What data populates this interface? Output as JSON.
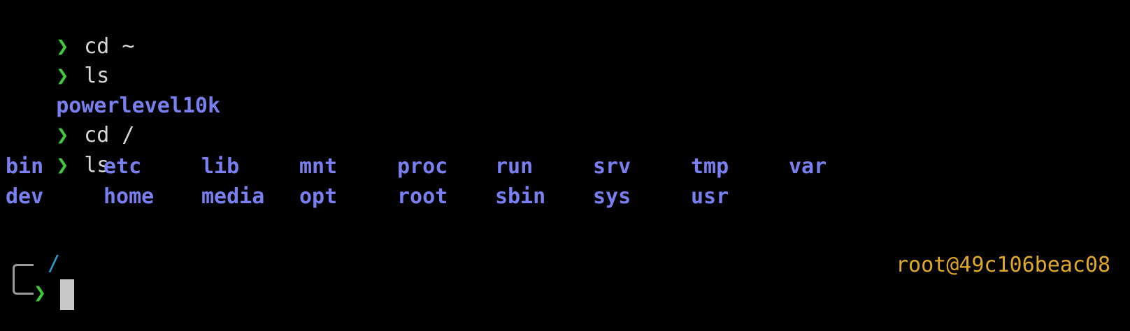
{
  "terminal": {
    "prompt_symbol": "❯",
    "history": [
      {
        "type": "command",
        "text": "cd ~"
      },
      {
        "type": "command",
        "text": "ls"
      },
      {
        "type": "output_dir",
        "text": "powerlevel10k"
      },
      {
        "type": "command",
        "text": "cd /"
      },
      {
        "type": "command",
        "text": "ls"
      }
    ],
    "ls_rows": [
      [
        "bin",
        "etc",
        "lib",
        "mnt",
        "proc",
        "run",
        "srv",
        "tmp",
        "var"
      ],
      [
        "dev",
        "home",
        "media",
        "opt",
        "root",
        "sbin",
        "sys",
        "usr"
      ]
    ],
    "current_dir": "/",
    "host": "root@49c106beac08"
  },
  "colors": {
    "background": "#000000",
    "prompt": "#3ec93e",
    "directory": "#7a7ff0",
    "current_dir": "#2a9bd0",
    "host": "#e0a828",
    "cursor": "#c8c8c8"
  }
}
